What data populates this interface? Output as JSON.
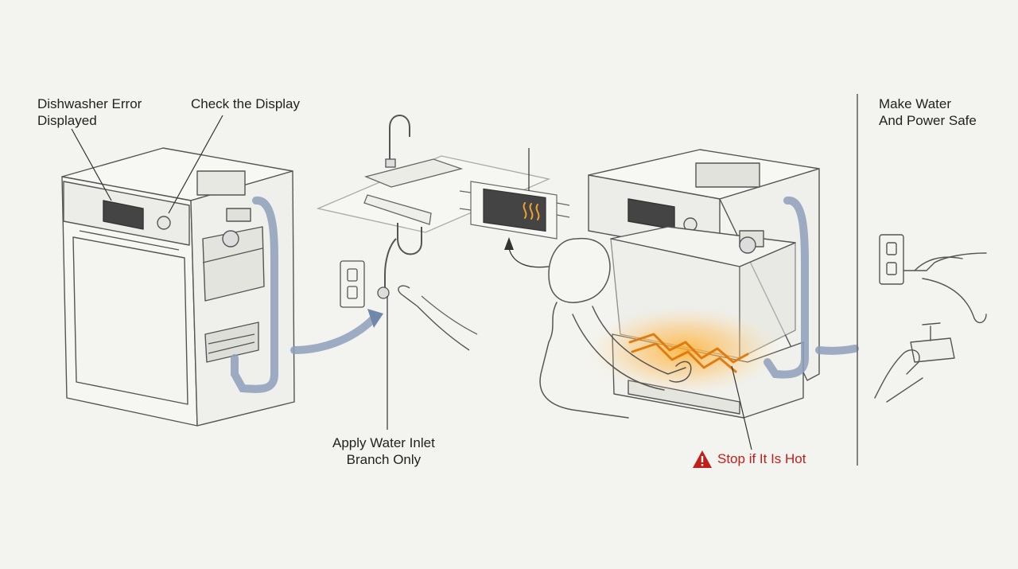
{
  "labels": {
    "error_displayed": "Dishwasher Error\nDisplayed",
    "check_display": "Check the Display",
    "inlet_branch": "Apply Water Inlet\nBranch Only",
    "stop_hot": "Stop if It Is Hot",
    "make_safe": "Make Water\nAnd Power Safe"
  },
  "colors": {
    "hose": "#8d9fbb",
    "warning": "#c0201a",
    "heat": "#f0a030",
    "line": "#4a4a4a"
  },
  "icons": [
    "warning-icon",
    "heat-icon"
  ]
}
